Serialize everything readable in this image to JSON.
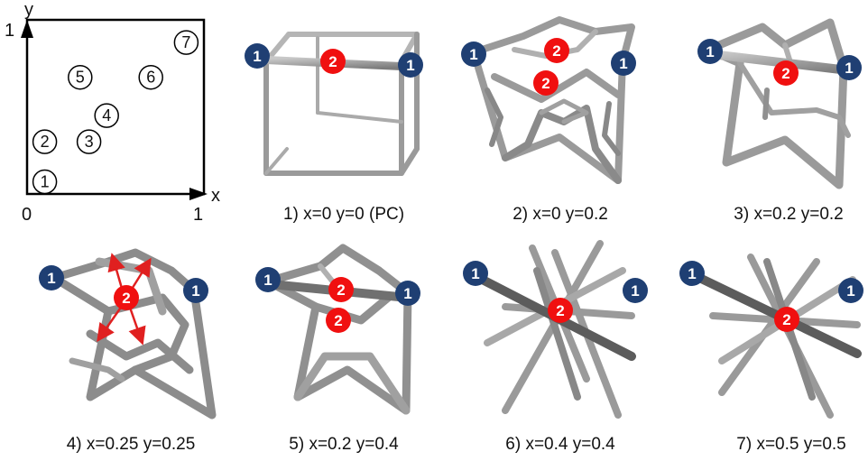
{
  "axes": {
    "x_label": "x",
    "y_label": "y",
    "origin_label": "0",
    "x_max_label": "1",
    "y_max_label": "1"
  },
  "points": [
    {
      "label": "1",
      "x": 0.1,
      "y": 0.07
    },
    {
      "label": "2",
      "x": 0.1,
      "y": 0.3
    },
    {
      "label": "3",
      "x": 0.35,
      "y": 0.3
    },
    {
      "label": "4",
      "x": 0.45,
      "y": 0.45
    },
    {
      "label": "5",
      "x": 0.3,
      "y": 0.67
    },
    {
      "label": "6",
      "x": 0.7,
      "y": 0.67
    },
    {
      "label": "7",
      "x": 0.9,
      "y": 0.87
    }
  ],
  "panels": [
    {
      "caption": "1) x=0 y=0 (PC)"
    },
    {
      "caption": "2) x=0 y=0.2"
    },
    {
      "caption": "3) x=0.2 y=0.2"
    },
    {
      "caption": "4) x=0.25 y=0.25"
    },
    {
      "caption": "5) x=0.2 y=0.4"
    },
    {
      "caption": "6) x=0.4 y=0.4"
    },
    {
      "caption": "7) x=0.5 y=0.5"
    }
  ],
  "node_labels": {
    "corner": "1",
    "center": "2"
  },
  "colors": {
    "corner_node": "#1f3f73",
    "center_node": "#f01010",
    "strut": "#9a9a9a",
    "arrow": "#e02020"
  }
}
